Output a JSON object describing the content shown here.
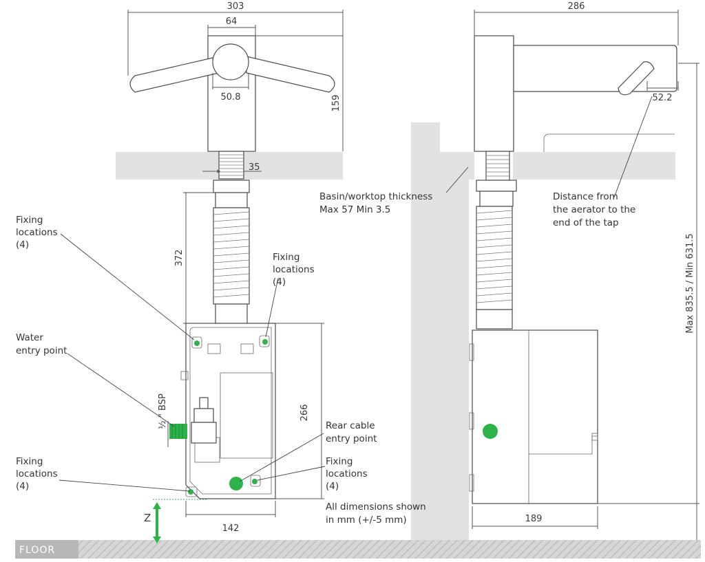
{
  "colors": {
    "accent_green": "#2db34a",
    "countertop_gray": "#e2e2e2",
    "floor_gray": "#c9c9c9",
    "floor_label_bg": "#b7b7b7"
  },
  "dimensions": {
    "front_overall_width": "303",
    "front_stem_width": "64",
    "front_hub_diameter": "50.8",
    "front_height": "159",
    "front_shank_width": "35",
    "front_hose_length": "372",
    "front_box_height": "266",
    "front_box_width": "142",
    "side_overall_length": "286",
    "side_spout_offset": "52.2",
    "side_total_height": "Max 835.5 / Min 631.5",
    "side_box_depth": "189",
    "bsp_fitting": "½ \" BSP",
    "floor_clearance": "Z"
  },
  "labels": {
    "fixing_top_left": [
      "Fixing",
      "locations",
      "(4)"
    ],
    "fixing_top_right": [
      "Fixing",
      "locations",
      "(4)"
    ],
    "water_entry": [
      "Water",
      "entry point"
    ],
    "fixing_bottom_left": [
      "Fixing",
      "locations",
      "(4)"
    ],
    "rear_cable": [
      "Rear cable",
      "entry point"
    ],
    "fixing_bottom_right": [
      "Fixing",
      "locations",
      "(4)"
    ],
    "all_dimensions": [
      "All dimensions shown",
      "in mm (+/-5 mm)"
    ],
    "basin_thickness": [
      "Basin/worktop thickness",
      "Max 57 Min 3.5"
    ],
    "aerator_distance": [
      "Distance from",
      "the aerator to the",
      "end of the tap"
    ],
    "floor": "FLOOR"
  }
}
